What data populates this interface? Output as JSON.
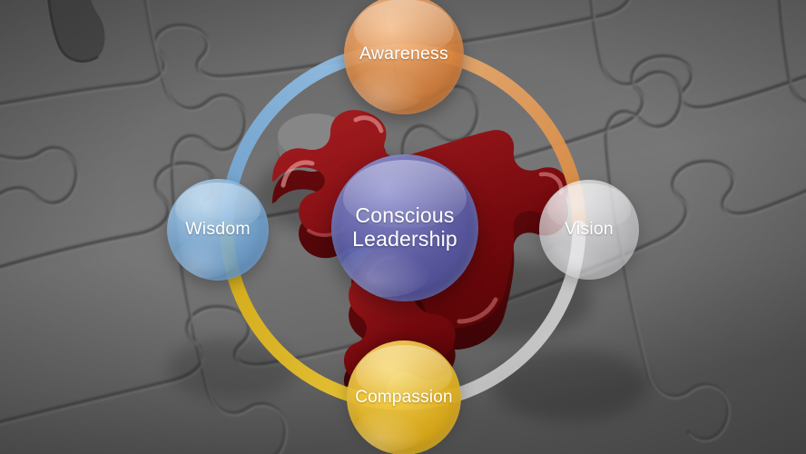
{
  "diagram": {
    "title": "Conscious Leadership",
    "center": {
      "label": "Conscious\nLeadership",
      "line1": "Conscious",
      "line2": "Leadership",
      "color": "#53589B"
    },
    "nodes": [
      {
        "id": "awareness",
        "label": "Awareness",
        "color": "#C87B3E",
        "position": "top"
      },
      {
        "id": "vision",
        "label": "Vision",
        "color": "#E0E0E4",
        "position": "right"
      },
      {
        "id": "compassion",
        "label": "Compassion",
        "color": "#D2A520",
        "position": "bottom"
      },
      {
        "id": "wisdom",
        "label": "Wisdom",
        "color": "#5B92C7",
        "position": "left"
      }
    ],
    "ring": {
      "segments": [
        {
          "name": "top-left-arc",
          "color": "#7FB3E0"
        },
        {
          "name": "top-right-arc",
          "color": "#E8A05C"
        },
        {
          "name": "bottom-right-arc",
          "color": "#DCDCDC"
        },
        {
          "name": "bottom-left-arc",
          "color": "#E8BE24"
        }
      ]
    },
    "background": {
      "description": "grey 3D jigsaw puzzle board",
      "base_color": "#6F6F6F",
      "accent_piece_color": "#8B1418"
    }
  }
}
